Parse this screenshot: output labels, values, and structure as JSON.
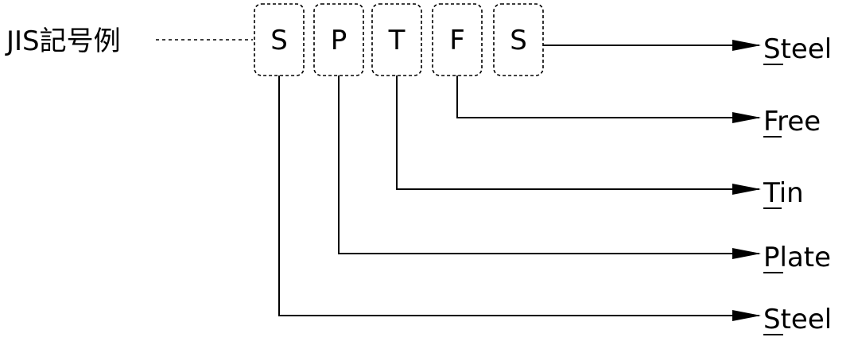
{
  "title": "JIS記号例",
  "code_letters": [
    "S",
    "P",
    "T",
    "F",
    "S"
  ],
  "meanings": [
    {
      "initial": "S",
      "rest": "teel",
      "from_letter": 4
    },
    {
      "initial": "F",
      "rest": "ree",
      "from_letter": 3
    },
    {
      "initial": "T",
      "rest": "in",
      "from_letter": 2
    },
    {
      "initial": "P",
      "rest": "late",
      "from_letter": 1
    },
    {
      "initial": "S",
      "rest": "teel",
      "from_letter": 0
    }
  ]
}
